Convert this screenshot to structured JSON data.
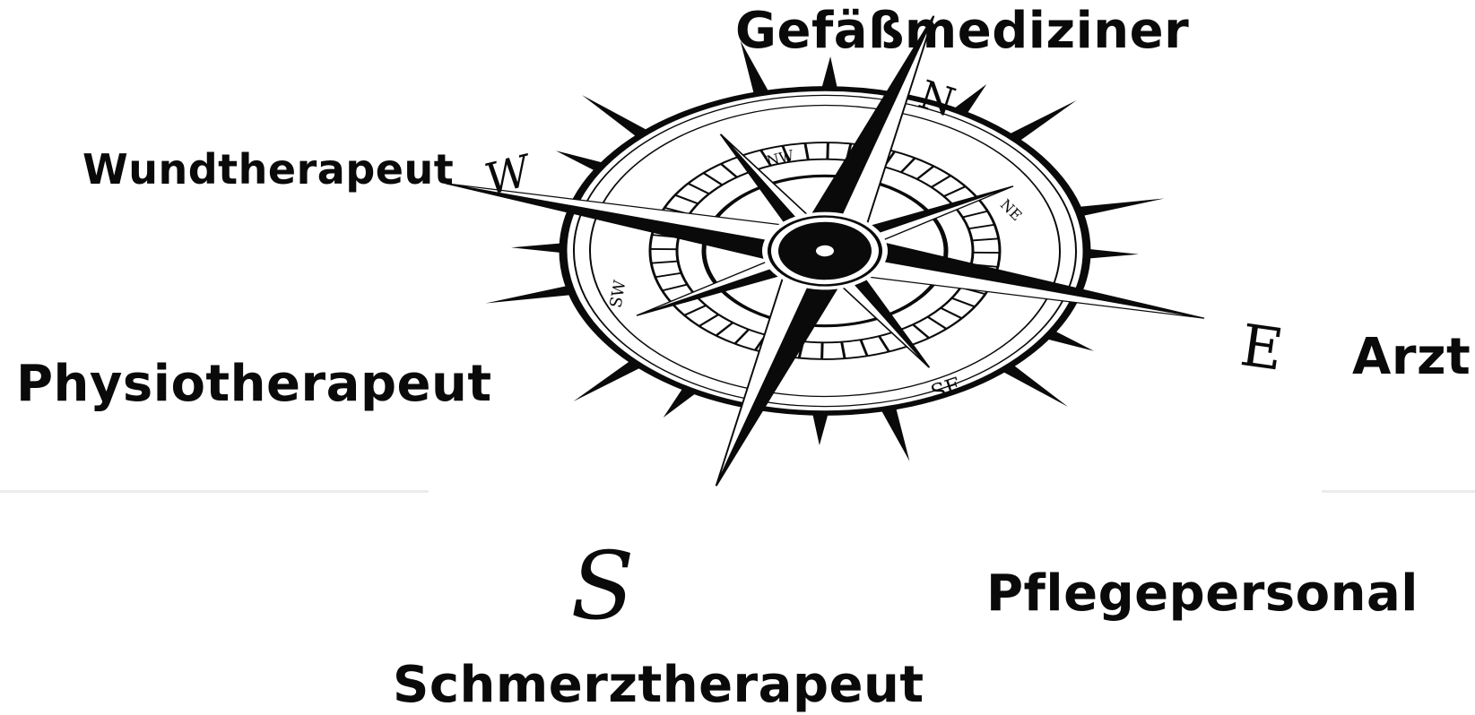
{
  "compass": {
    "cardinal": {
      "north": "N",
      "east": "E",
      "south": "S",
      "west": "W"
    },
    "intercardinal": {
      "northwest": "NW",
      "northeast": "NE",
      "southeast": "SE",
      "southwest": "SW"
    }
  },
  "roles": {
    "top": "Gefäßmediziner",
    "upper_left": "Wundtherapeut",
    "left": "Physiotherapeut",
    "right": "Arzt",
    "lower_right": "Pflegepersonal",
    "bottom": "Schmerztherapeut"
  },
  "colors": {
    "ink": "#0a0a0a",
    "divider": "#ececec",
    "background": "#ffffff"
  }
}
